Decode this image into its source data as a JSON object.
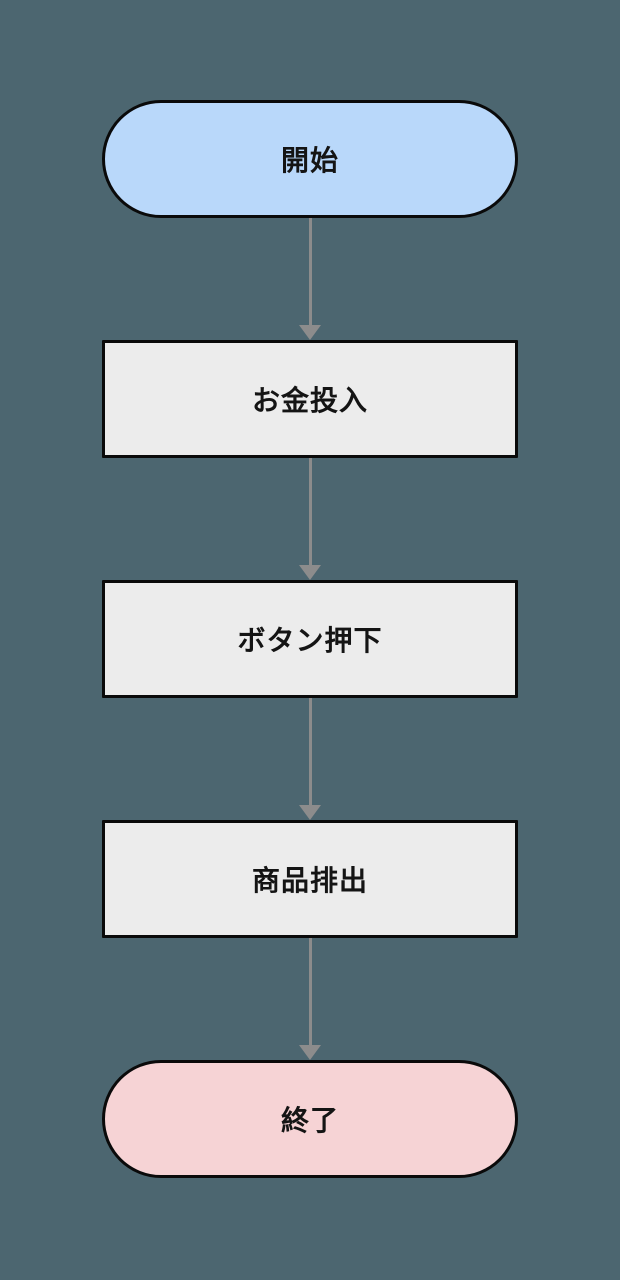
{
  "flowchart": {
    "background_color": "#4c6670",
    "border_color": "#0a0a0a",
    "arrow_color": "#8c8c8c",
    "text_color": "#141414",
    "nodes": [
      {
        "id": "start",
        "type": "terminator",
        "label": "開始",
        "fill": "#b9d8fa"
      },
      {
        "id": "insert-money",
        "type": "process",
        "label": "お金投入",
        "fill": "#ececec"
      },
      {
        "id": "press-button",
        "type": "process",
        "label": "ボタン押下",
        "fill": "#ececec"
      },
      {
        "id": "dispense-product",
        "type": "process",
        "label": "商品排出",
        "fill": "#ececec"
      },
      {
        "id": "end",
        "type": "terminator",
        "label": "終了",
        "fill": "#f6d3d5"
      }
    ],
    "edges": [
      {
        "from": "start",
        "to": "insert-money"
      },
      {
        "from": "insert-money",
        "to": "press-button"
      },
      {
        "from": "press-button",
        "to": "dispense-product"
      },
      {
        "from": "dispense-product",
        "to": "end"
      }
    ]
  }
}
